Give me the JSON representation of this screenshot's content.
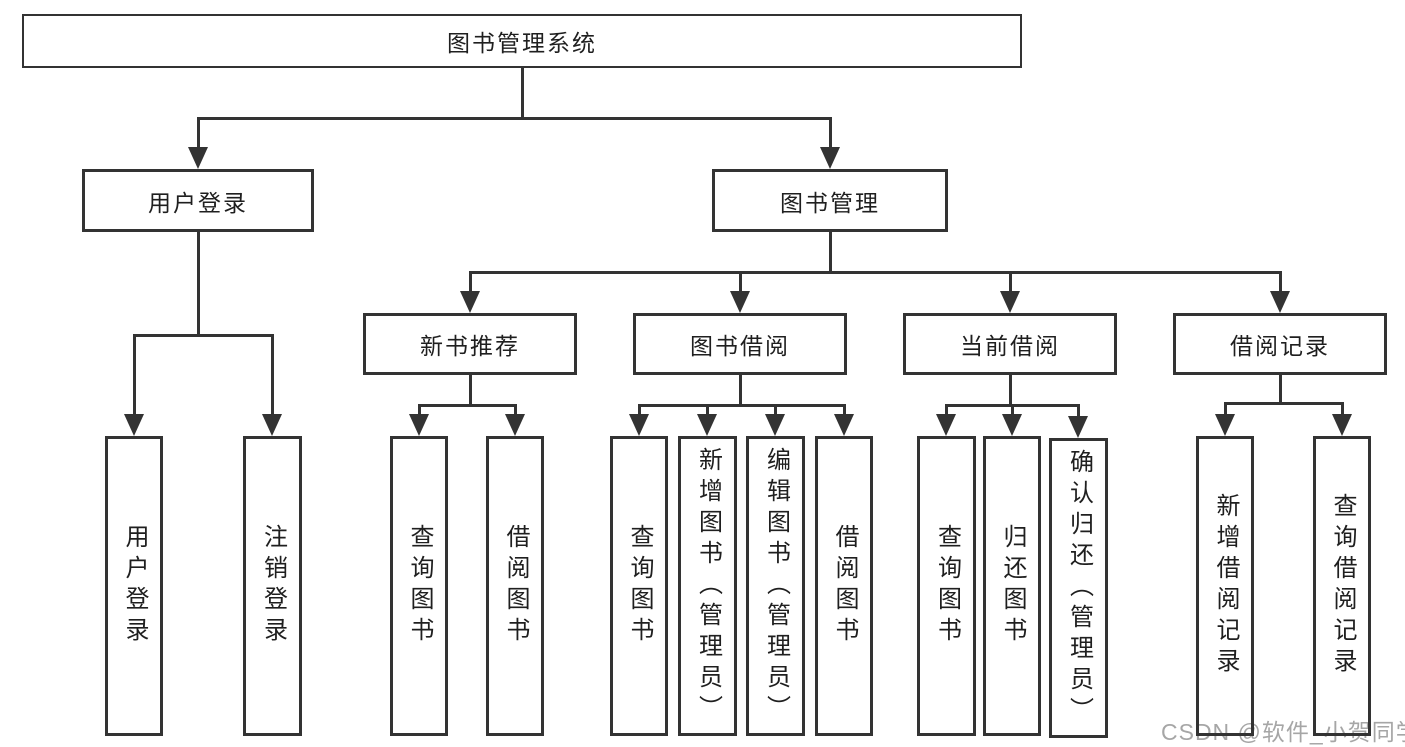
{
  "tree": {
    "root": "图书管理系统",
    "children": [
      {
        "label": "用户登录",
        "children": [
          {
            "label": "用户登录"
          },
          {
            "label": "注销登录"
          }
        ]
      },
      {
        "label": "图书管理",
        "children": [
          {
            "label": "新书推荐",
            "children": [
              {
                "label": "查询图书"
              },
              {
                "label": "借阅图书"
              }
            ]
          },
          {
            "label": "图书借阅",
            "children": [
              {
                "label": "查询图书"
              },
              {
                "label": "新增图书（管理员）"
              },
              {
                "label": "编辑图书（管理员）"
              },
              {
                "label": "借阅图书"
              }
            ]
          },
          {
            "label": "当前借阅",
            "children": [
              {
                "label": "查询图书"
              },
              {
                "label": "归还图书"
              },
              {
                "label": "确认归还（管理员）"
              }
            ]
          },
          {
            "label": "借阅记录",
            "children": [
              {
                "label": "新增借阅记录"
              },
              {
                "label": "查询借阅记录"
              }
            ]
          }
        ]
      }
    ]
  },
  "watermark": {
    "text": "CSDN @软件_小贺同学"
  },
  "colors": {
    "line": "#333333",
    "text": "#1f1f1f",
    "watermark": "#a6a6a6",
    "background": "#ffffff"
  }
}
